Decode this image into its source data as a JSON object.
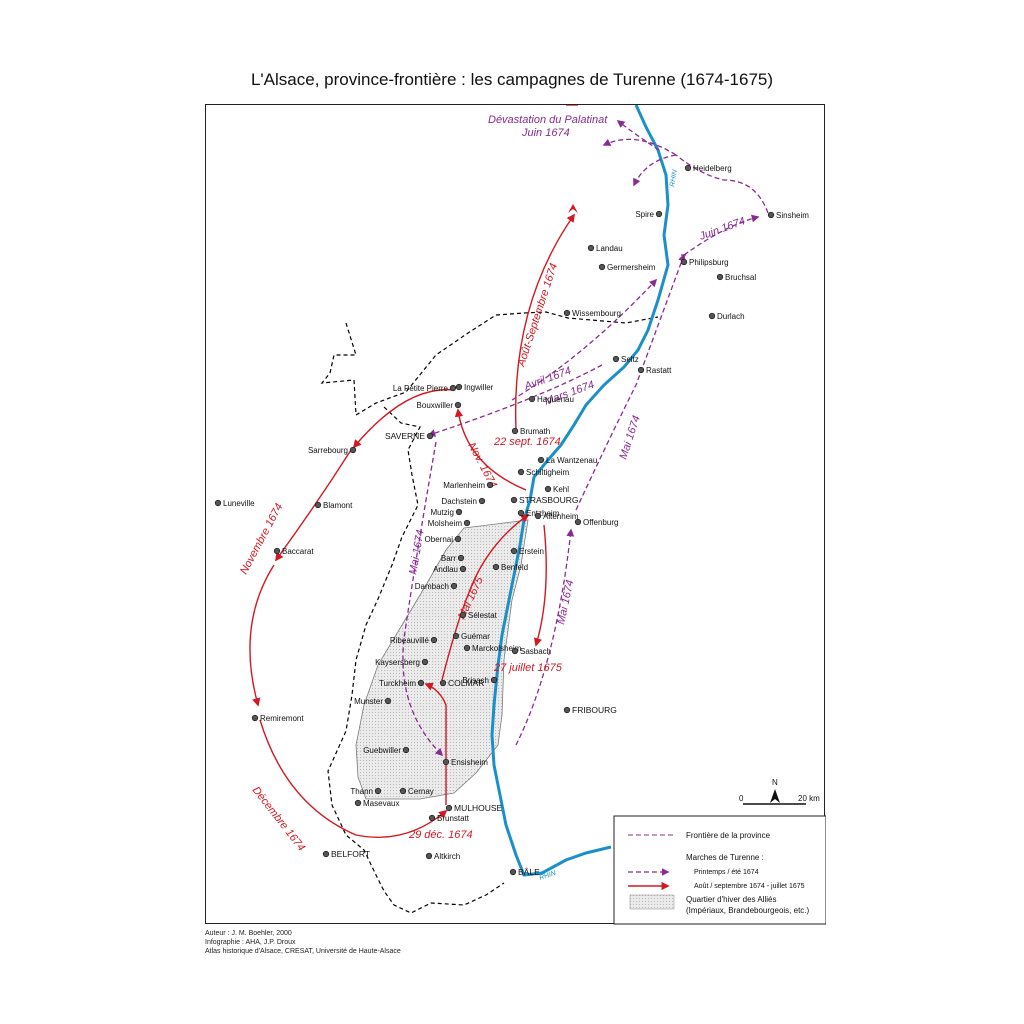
{
  "title": "L'Alsace, province-frontière : les campagnes de Turenne (1674-1675)",
  "colors": {
    "rhine": "#1a8fc9",
    "spring_march": "#8a2a92",
    "autumn_march": "#d41822",
    "border": "#000000",
    "winter_quarters": "#d9d9d9"
  },
  "places": [
    {
      "name": "Heidelberg",
      "label_side": "right"
    },
    {
      "name": "Sinsheim",
      "label_side": "right"
    },
    {
      "name": "Spire",
      "label_side": "left"
    },
    {
      "name": "Landau",
      "label_side": "right"
    },
    {
      "name": "Germersheim",
      "label_side": "right"
    },
    {
      "name": "Philipsburg",
      "label_side": "right"
    },
    {
      "name": "Bruchsal",
      "label_side": "right"
    },
    {
      "name": "Durlach",
      "label_side": "right"
    },
    {
      "name": "Wissembourg",
      "label_side": "right"
    },
    {
      "name": "Seltz",
      "label_side": "right"
    },
    {
      "name": "Rastatt",
      "label_side": "right"
    },
    {
      "name": "La Petite Pierre",
      "label_side": "left"
    },
    {
      "name": "Ingwiller",
      "label_side": "right"
    },
    {
      "name": "Bouxwiller",
      "label_side": "left"
    },
    {
      "name": "Haguenau",
      "label_side": "right"
    },
    {
      "name": "Brumath",
      "label_side": "right"
    },
    {
      "name": "SAVERNE",
      "label_side": "left"
    },
    {
      "name": "Sarrebourg",
      "label_side": "left"
    },
    {
      "name": "La Wantzenau",
      "label_side": "right"
    },
    {
      "name": "Schiltigheim",
      "label_side": "right"
    },
    {
      "name": "Marlenheim",
      "label_side": "left"
    },
    {
      "name": "Kehl",
      "label_side": "right"
    },
    {
      "name": "Dachstein",
      "label_side": "left"
    },
    {
      "name": "STRASBOURG",
      "label_side": "right"
    },
    {
      "name": "Luneville",
      "label_side": "right"
    },
    {
      "name": "Blamont",
      "label_side": "right"
    },
    {
      "name": "Mutzig",
      "label_side": "left"
    },
    {
      "name": "Entzheim",
      "label_side": "right"
    },
    {
      "name": "Molsheim",
      "label_side": "left"
    },
    {
      "name": "Altenheim",
      "label_side": "right"
    },
    {
      "name": "Offenburg",
      "label_side": "right"
    },
    {
      "name": "Obernai",
      "label_side": "left"
    },
    {
      "name": "Erstein",
      "label_side": "right"
    },
    {
      "name": "Baccarat",
      "label_side": "right"
    },
    {
      "name": "Barr",
      "label_side": "left"
    },
    {
      "name": "Andlau",
      "label_side": "left"
    },
    {
      "name": "Benfeld",
      "label_side": "right"
    },
    {
      "name": "Dambach",
      "label_side": "left"
    },
    {
      "name": "Sélestat",
      "label_side": "right"
    },
    {
      "name": "Ribeauvillé",
      "label_side": "left"
    },
    {
      "name": "Guémar",
      "label_side": "right"
    },
    {
      "name": "Marckolsheim",
      "label_side": "right"
    },
    {
      "name": "Sasbach",
      "label_side": "right"
    },
    {
      "name": "Kaysersberg",
      "label_side": "left"
    },
    {
      "name": "Brisach",
      "label_side": "left"
    },
    {
      "name": "Turckheim",
      "label_side": "left"
    },
    {
      "name": "COLMAR",
      "label_side": "right"
    },
    {
      "name": "Munster",
      "label_side": "left"
    },
    {
      "name": "FRIBOURG",
      "label_side": "right"
    },
    {
      "name": "Remiremont",
      "label_side": "right"
    },
    {
      "name": "Guebwiller",
      "label_side": "left"
    },
    {
      "name": "Ensisheim",
      "label_side": "right"
    },
    {
      "name": "Thann",
      "label_side": "left"
    },
    {
      "name": "Cernay",
      "label_side": "right"
    },
    {
      "name": "Masevaux",
      "label_side": "right"
    },
    {
      "name": "MULHOUSE",
      "label_side": "right"
    },
    {
      "name": "Brunstatt",
      "label_side": "right"
    },
    {
      "name": "BELFORT",
      "label_side": "right"
    },
    {
      "name": "Altkirch",
      "label_side": "right"
    },
    {
      "name": "BÂLE",
      "label_side": "right"
    }
  ],
  "rivers": {
    "rhine_north": "RHIN",
    "rhine_south": "RHIN"
  },
  "routes": {
    "devastation_line1": "Dévastation du Palatinat",
    "devastation_line2": "Juin 1674",
    "juin_1674": "Juin 1674",
    "avril_1674": "Avril 1674",
    "mars_1674": "Mars 1674",
    "mai_1674_west": "Mai 1674",
    "mai_1674_east": "Mai 1674",
    "mai_1674_south": "Mai 1674",
    "aout_sept_1674": "Août-Septembre 1674",
    "sept_22_1674": "22 sept. 1674",
    "nov_1674": "Nov. 1674",
    "novembre_1674": "Novembre 1674",
    "mai_1675": "Mai 1675",
    "juillet_27_1675": "27 juillet 1675",
    "decembre_1674": "Décembre 1674",
    "dec_29_1674": "29 déc. 1674"
  },
  "scale": {
    "north": "N",
    "zero": "0",
    "distance": "20 km"
  },
  "legend": {
    "border": "Frontière de la province",
    "marches_title": "Marches de Turenne :",
    "spring": "Printemps / été 1674",
    "autumn": "Août / septembre 1674 - juillet 1675",
    "winter_line1": "Quartier d'hiver des Alliés",
    "winter_line2": "(Impériaux, Brandebourgeois, etc.)"
  },
  "credits": {
    "author": "Auteur : J. M. Boehler, 2000",
    "infographics": "Infographie : AHA, J.P. Droux",
    "atlas": "Atlas historique d'Alsace, CRESAT, Université de Haute-Alsace"
  }
}
